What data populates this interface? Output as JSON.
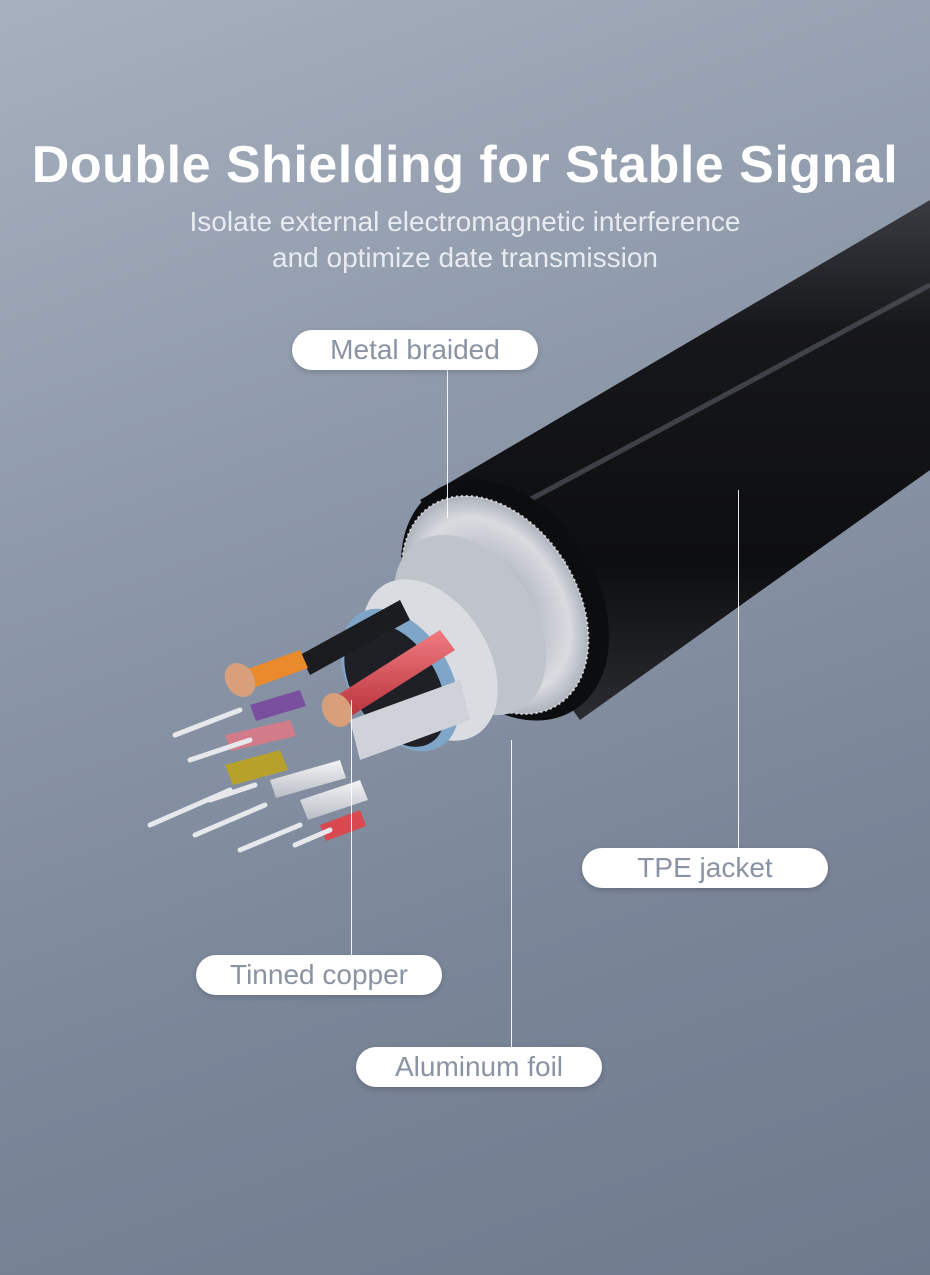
{
  "header": {
    "title": "Double Shielding for Stable Signal",
    "subtitle_line1": "Isolate external electromagnetic interference",
    "subtitle_line2": "and optimize date transmission"
  },
  "labels": {
    "metal_braided": "Metal braided",
    "tpe_jacket": "TPE jacket",
    "tinned_copper": "Tinned copper",
    "aluminum_foil": "Aluminum foil"
  },
  "illustration": {
    "subject": "cable-cross-section",
    "colors": {
      "jacket": "#1b1c1f",
      "braid": "#c9ccd2",
      "foil": "#7fa6c8",
      "red_wire": "#d9484f",
      "orange_wire": "#e98a2c",
      "purple_wire": "#7a4fa0",
      "olive_wire": "#b8a12a",
      "copper": "#d8a07a"
    }
  }
}
